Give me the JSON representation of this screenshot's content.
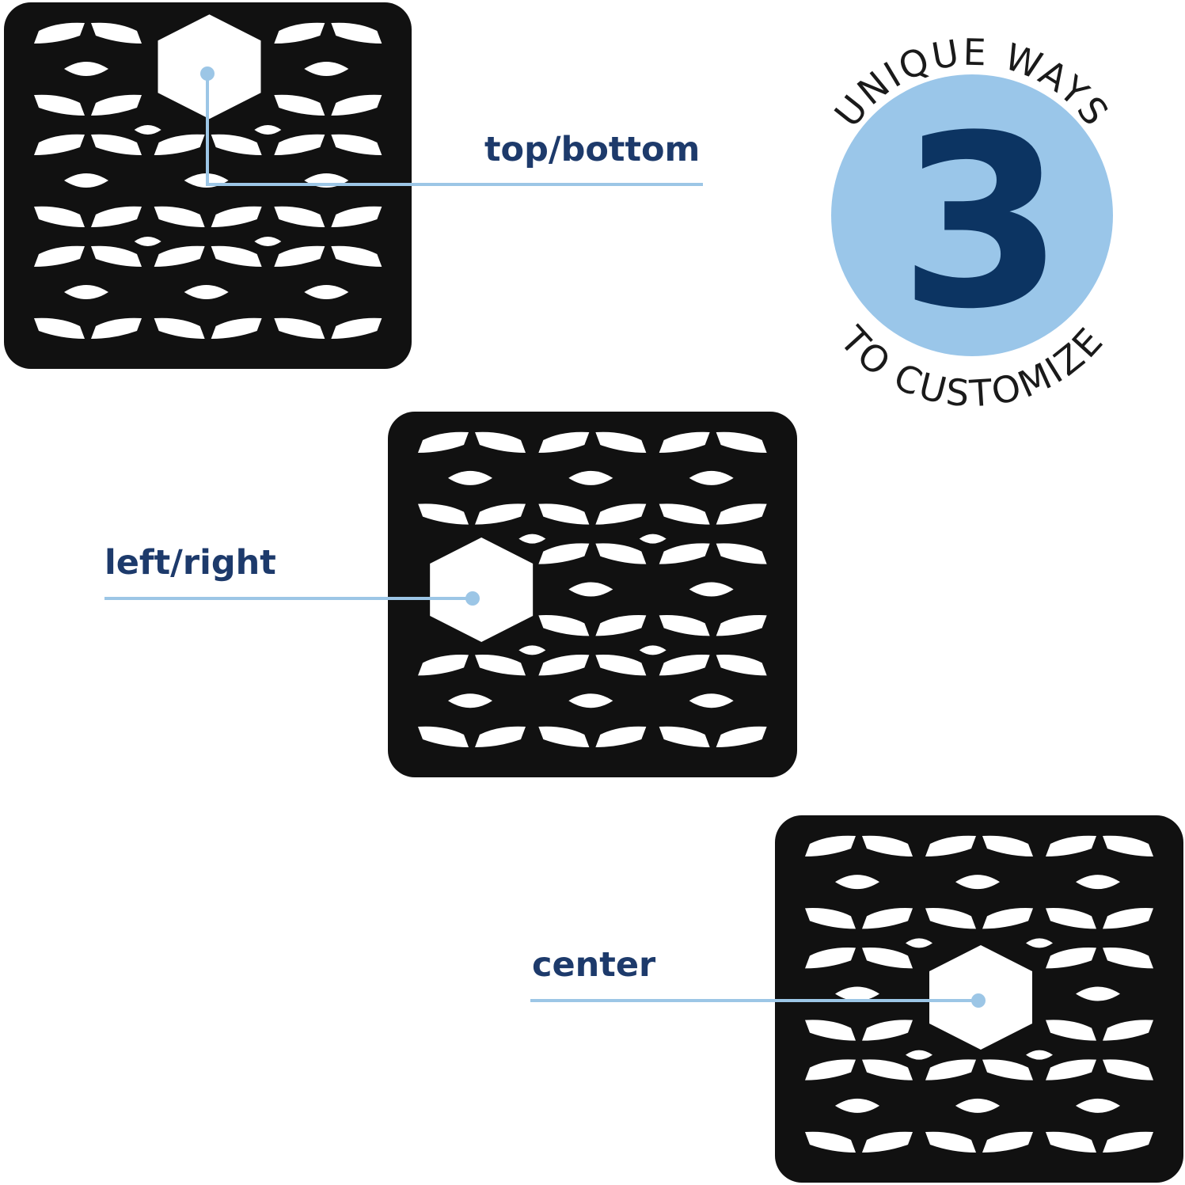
{
  "colors": {
    "mat": "#111111",
    "cutout": "#ffffff",
    "label_text": "#1d3a6b",
    "leader": "#9cc6e6",
    "badge_circle": "#9ac6e9",
    "badge_number": "#0c3462",
    "badge_text": "#1a1a1a"
  },
  "badge": {
    "number": "3",
    "top_arc_text": "UNIQUE WAYS",
    "bottom_arc_text": "TO CUSTOMIZE"
  },
  "callouts": [
    {
      "label": "top/bottom"
    },
    {
      "label": "left/right"
    },
    {
      "label": "center"
    }
  ],
  "mats": [
    {
      "name": "mat-top-bottom",
      "hex_opening": "top-center"
    },
    {
      "name": "mat-left-right",
      "hex_opening": "middle-left"
    },
    {
      "name": "mat-center",
      "hex_opening": "center"
    }
  ]
}
